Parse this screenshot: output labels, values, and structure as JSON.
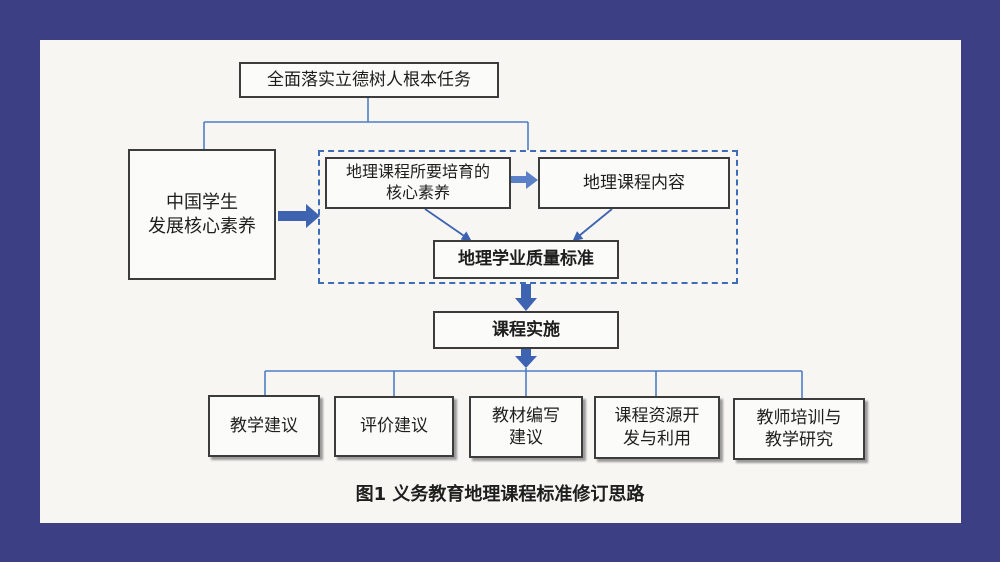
{
  "diagram": {
    "top_task": "全面落实立德树人根本任务",
    "core_literacy_cn": "中国学生\n发展核心素养",
    "core_literacy_geo": "地理课程所要培育的\n核心素养",
    "course_content": "地理课程内容",
    "quality_standard": "地理学业质量标准",
    "implementation": "课程实施",
    "outcomes": [
      "教学建议",
      "评价建议",
      "教材编写\n建议",
      "课程资源开\n发与利用",
      "教师培训与\n教学研究"
    ],
    "caption": "图1  义务教育地理课程标准修订思路",
    "colors": {
      "frame": "#3d3f84",
      "connector": "#3e63b0",
      "dashed": "#3d6cb8",
      "paper": "#f7f6f3"
    }
  }
}
